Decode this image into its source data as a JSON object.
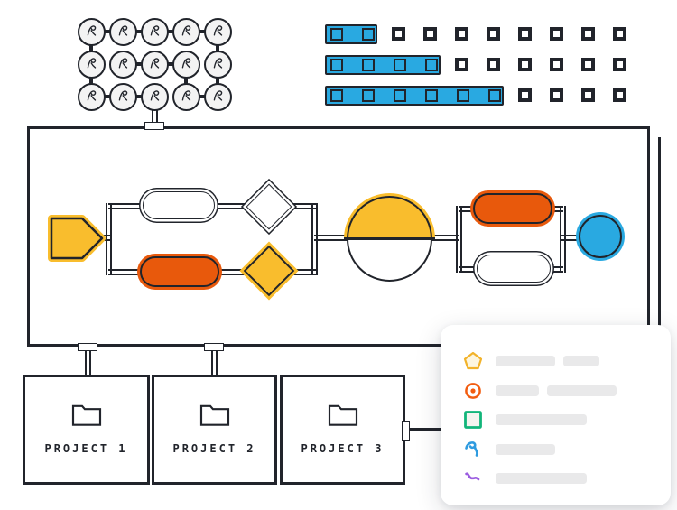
{
  "illustration": {
    "background": "#ffffff",
    "outline_color": "#21242b",
    "accent_colors": {
      "amber": "#F9BD2D",
      "orange": "#E8590C",
      "blue": "#29A9E1"
    }
  },
  "people_grid": {
    "rows": 3,
    "cols": 5,
    "person_count": 15,
    "icon": "person-icon",
    "h_links": [
      [
        0,
        0
      ],
      [
        0,
        1
      ],
      [
        0,
        2
      ],
      [
        0,
        3
      ],
      [
        1,
        1
      ],
      [
        1,
        2
      ],
      [
        2,
        0
      ],
      [
        2,
        1
      ],
      [
        2,
        3
      ]
    ],
    "v_links": [
      [
        0,
        0
      ],
      [
        1,
        0
      ],
      [
        0,
        4
      ],
      [
        1,
        4
      ],
      [
        1,
        3
      ]
    ]
  },
  "capacity": {
    "fill_color": "#29A9E1",
    "rows": [
      {
        "filled": 2,
        "empty": 8
      },
      {
        "filled": 4,
        "empty": 6
      },
      {
        "filled": 6,
        "empty": 4
      }
    ]
  },
  "flowchart": {
    "node_names": [
      "start-pentagon",
      "process-pill-empty",
      "decision-diamond-empty",
      "process-pill-orange",
      "decision-diamond-yellow",
      "half-progress-circle",
      "process-pill-orange-2",
      "process-pill-empty-2",
      "end-circle-blue"
    ]
  },
  "projects": {
    "icon": "folder-icon",
    "items": [
      {
        "label": "PROJECT 1"
      },
      {
        "label": "PROJECT 2"
      },
      {
        "label": "PROJECT 3"
      }
    ]
  },
  "legend": {
    "rows": [
      {
        "icon": "pentagon-icon",
        "color": "#F2B32B",
        "bars": [
          66,
          40
        ]
      },
      {
        "icon": "target-icon",
        "color": "#F25C0F",
        "bars": [
          48,
          77
        ]
      },
      {
        "icon": "square-icon",
        "color": "#12B57A",
        "bars": [
          101
        ]
      },
      {
        "icon": "scribble-icon",
        "color": "#2E9BE0",
        "bars": [
          66
        ]
      },
      {
        "icon": "wave-icon",
        "color": "#9B5CE0",
        "bars": [
          101
        ]
      }
    ]
  }
}
